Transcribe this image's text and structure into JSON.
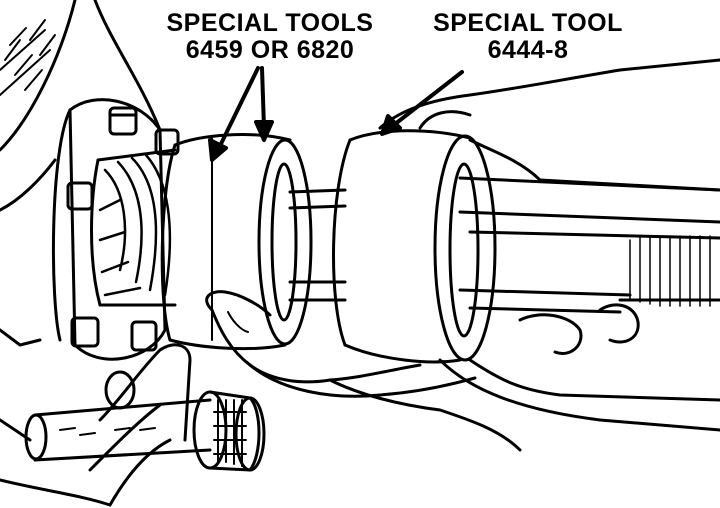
{
  "callouts": {
    "left": {
      "line1": "SPECIAL TOOLS",
      "line2": "6459 OR 6820"
    },
    "right": {
      "line1": "SPECIAL TOOL",
      "line2": "6444-8"
    }
  },
  "colors": {
    "ink": "#000000",
    "paper": "#ffffff"
  }
}
